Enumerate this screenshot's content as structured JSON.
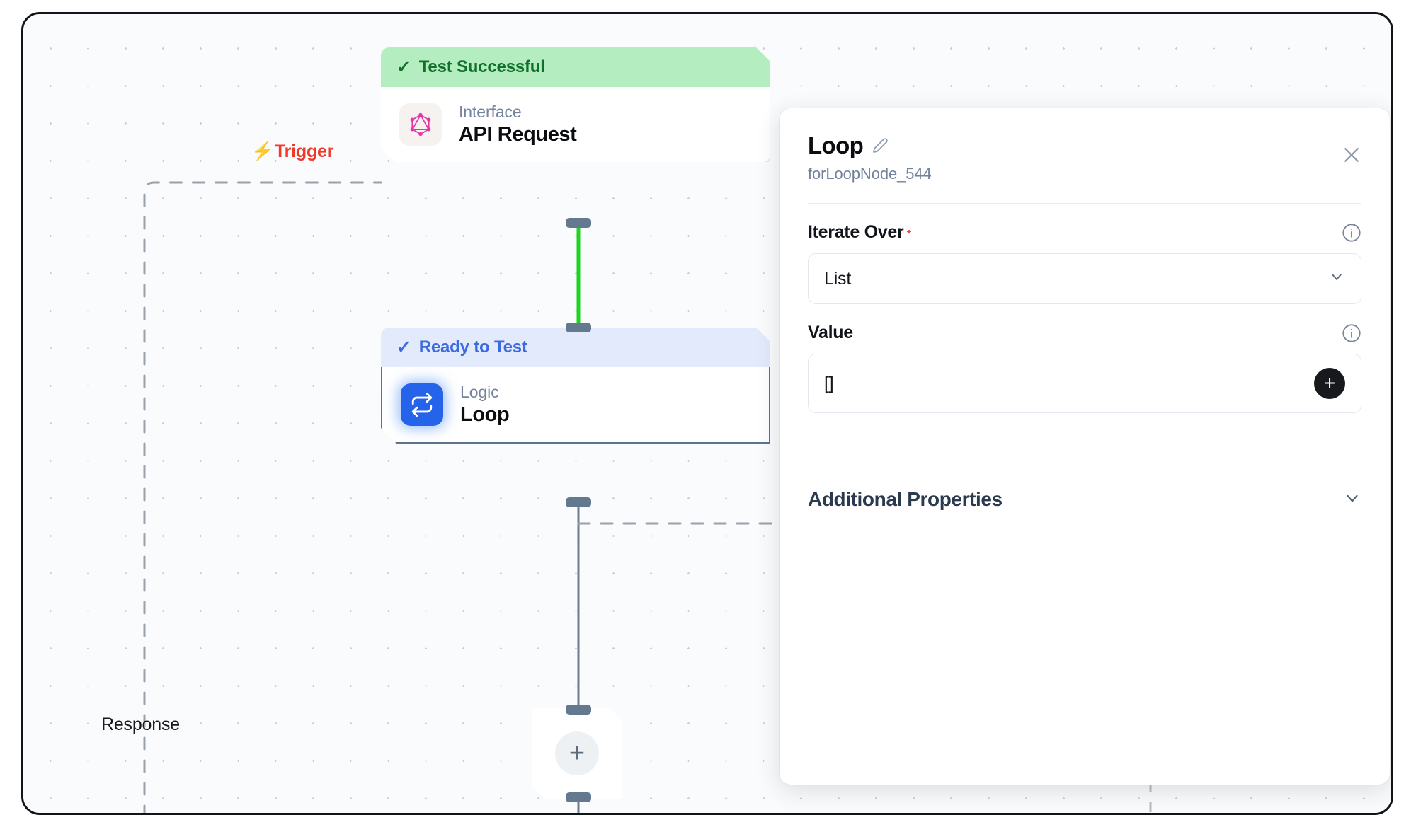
{
  "canvas": {
    "trigger_label": "Trigger",
    "trigger_icon": "lightning-bolt-icon",
    "response_label": "Response",
    "add_node_glyph": "+"
  },
  "nodes": [
    {
      "status_label": "Test Successful",
      "status_tick": "✓",
      "kind": "Interface",
      "title": "API Request",
      "icon": "graphql-icon"
    },
    {
      "status_label": "Ready to Test",
      "status_tick": "✓",
      "kind": "Logic",
      "title": "Loop",
      "icon": "loop-icon"
    }
  ],
  "panel": {
    "title": "Loop",
    "edit_icon": "pencil-icon",
    "subtitle": "forLoopNode_544",
    "close_icon": "close-icon",
    "fields": [
      {
        "label": "Iterate Over",
        "required_marker": "*",
        "info_icon": "info-icon",
        "control": "select",
        "value": "List",
        "chevron": "chevron-down-icon"
      },
      {
        "label": "Value",
        "required_marker": "",
        "info_icon": "info-icon",
        "control": "text",
        "value": "[]",
        "add_glyph": "+"
      }
    ],
    "additional_properties": {
      "label": "Additional Properties",
      "chevron": "chevron-down-icon"
    }
  },
  "colors": {
    "success_bg": "#b4eec0",
    "success_text": "#13702c",
    "ready_bg": "#e3eafc",
    "ready_text": "#3b6ae1",
    "trigger_red": "#f0392b",
    "edge_active_green": "#1fd41f",
    "handle_slate": "#64798f",
    "required_red": "#e8453c",
    "loop_icon_blue": "#2563eb",
    "graphql_pink": "#e535ab"
  }
}
